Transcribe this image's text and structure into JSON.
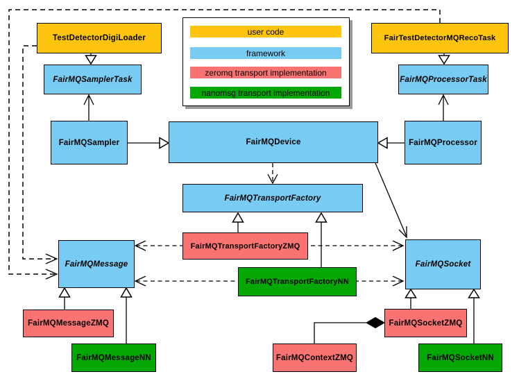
{
  "diagram": {
    "type": "uml-class-diagram",
    "subject": "FairMQ framework transport architecture"
  },
  "colors": {
    "user": "#FFC40D",
    "framework": "#78CBF2",
    "zeromq": "#FA7373",
    "nanomsg": "#04A804",
    "border": "#000000",
    "background": "#FFFFFF",
    "legend_shadow": "#9A9A9A"
  },
  "legend": {
    "items": [
      {
        "label": "user code",
        "category": "user",
        "color": "#FFC40D"
      },
      {
        "label": "framework",
        "category": "framework",
        "color": "#78CBF2"
      },
      {
        "label": "zeromq transport implementation",
        "category": "zeromq",
        "color": "#FA7373"
      },
      {
        "label": "nanomsg transport implementation",
        "category": "nanomsg",
        "color": "#04A804"
      }
    ]
  },
  "nodes": {
    "test_detector_digi_loader": {
      "label": "TestDetectorDigiLoader",
      "category": "user",
      "abstract": false
    },
    "fair_test_detector_mq_reco_task": {
      "label": "FairTestDetectorMQRecoTask",
      "category": "user",
      "abstract": false
    },
    "fairmq_sampler_task": {
      "label": "FairMQSamplerTask",
      "category": "framework",
      "abstract": true
    },
    "fairmq_processor_task": {
      "label": "FairMQProcessorTask",
      "category": "framework",
      "abstract": true
    },
    "fairmq_sampler": {
      "label": "FairMQSampler",
      "category": "framework",
      "abstract": false
    },
    "fairmq_device": {
      "label": "FairMQDevice",
      "category": "framework",
      "abstract": false
    },
    "fairmq_processor": {
      "label": "FairMQProcessor",
      "category": "framework",
      "abstract": false
    },
    "fairmq_transport_factory": {
      "label": "FairMQTransportFactory",
      "category": "framework",
      "abstract": true
    },
    "fairmq_transport_factory_zmq": {
      "label": "FairMQTransportFactoryZMQ",
      "category": "zeromq",
      "abstract": false
    },
    "fairmq_transport_factory_nn": {
      "label": "FairMQTransportFactoryNN",
      "category": "nanomsg",
      "abstract": false
    },
    "fairmq_message": {
      "label": "FairMQMessage",
      "category": "framework",
      "abstract": true
    },
    "fairmq_socket": {
      "label": "FairMQSocket",
      "category": "framework",
      "abstract": true
    },
    "fairmq_message_zmq": {
      "label": "FairMQMessageZMQ",
      "category": "zeromq",
      "abstract": false
    },
    "fairmq_message_nn": {
      "label": "FairMQMessageNN",
      "category": "nanomsg",
      "abstract": false
    },
    "fairmq_context_zmq": {
      "label": "FairMQContextZMQ",
      "category": "zeromq",
      "abstract": false
    },
    "fairmq_socket_zmq": {
      "label": "FairMQSocketZMQ",
      "category": "zeromq",
      "abstract": false
    },
    "fairmq_socket_nn": {
      "label": "FairMQSocketNN",
      "category": "nanomsg",
      "abstract": false
    }
  },
  "edges": [
    {
      "from": "TestDetectorDigiLoader",
      "to": "FairMQSamplerTask",
      "type": "inheritance-triangle"
    },
    {
      "from": "FairTestDetectorMQRecoTask",
      "to": "FairMQProcessorTask",
      "type": "inheritance-triangle"
    },
    {
      "from": "FairMQSampler",
      "to": "FairMQSamplerTask",
      "type": "open-arrow"
    },
    {
      "from": "FairMQProcessor",
      "to": "FairMQProcessorTask",
      "type": "open-arrow"
    },
    {
      "from": "FairMQSampler",
      "to": "FairMQDevice",
      "type": "inheritance-triangle"
    },
    {
      "from": "FairMQProcessor",
      "to": "FairMQDevice",
      "type": "inheritance-triangle"
    },
    {
      "from": "FairMQDevice",
      "to": "FairMQTransportFactory",
      "type": "dashed-open-arrow"
    },
    {
      "from": "FairMQDevice",
      "to": "FairMQSocket",
      "type": "open-arrow"
    },
    {
      "from": "FairMQTransportFactoryZMQ",
      "to": "FairMQTransportFactory",
      "type": "inheritance-triangle"
    },
    {
      "from": "FairMQTransportFactoryNN",
      "to": "FairMQTransportFactory",
      "type": "inheritance-triangle"
    },
    {
      "from": "FairMQTransportFactoryZMQ",
      "to": "FairMQMessage",
      "type": "dashed-open-arrow"
    },
    {
      "from": "FairMQTransportFactoryZMQ",
      "to": "FairMQSocket",
      "type": "dashed-open-arrow"
    },
    {
      "from": "FairMQTransportFactoryNN",
      "to": "FairMQMessage",
      "type": "dashed-open-arrow"
    },
    {
      "from": "FairMQTransportFactoryNN",
      "to": "FairMQSocket",
      "type": "dashed-open-arrow"
    },
    {
      "from": "TestDetectorDigiLoader",
      "to": "FairMQMessage",
      "type": "dashed-open-arrow"
    },
    {
      "from": "FairTestDetectorMQRecoTask",
      "to": "FairMQMessage",
      "type": "dashed-open-arrow"
    },
    {
      "from": "FairMQMessageZMQ",
      "to": "FairMQMessage",
      "type": "inheritance-triangle"
    },
    {
      "from": "FairMQMessageNN",
      "to": "FairMQMessage",
      "type": "inheritance-triangle"
    },
    {
      "from": "FairMQSocketZMQ",
      "to": "FairMQSocket",
      "type": "inheritance-triangle"
    },
    {
      "from": "FairMQSocketNN",
      "to": "FairMQSocket",
      "type": "inheritance-triangle"
    },
    {
      "from": "FairMQContextZMQ",
      "to": "FairMQSocketZMQ",
      "type": "composition-diamond"
    }
  ]
}
